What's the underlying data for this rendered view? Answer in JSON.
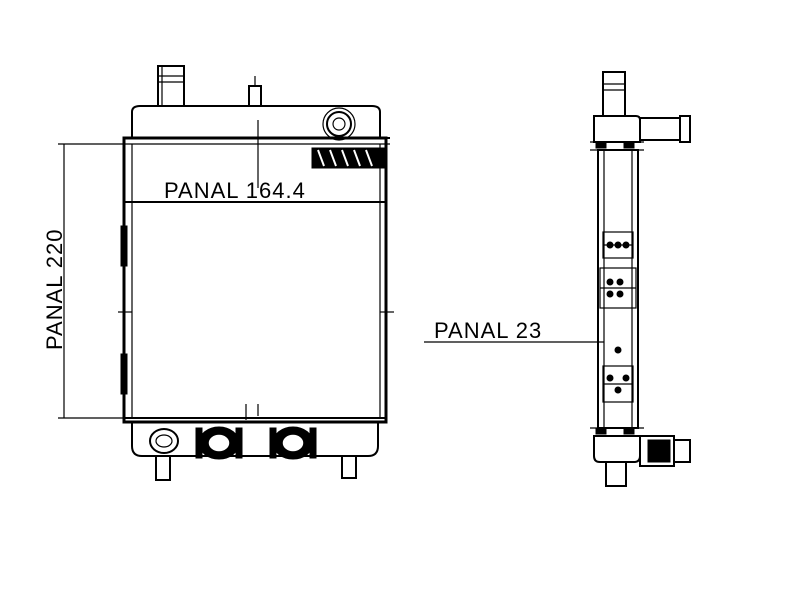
{
  "dimensions": {
    "width_label": "PANAL  164.4",
    "height_label": "PANAL  220",
    "depth_label": "PANAL  23"
  }
}
